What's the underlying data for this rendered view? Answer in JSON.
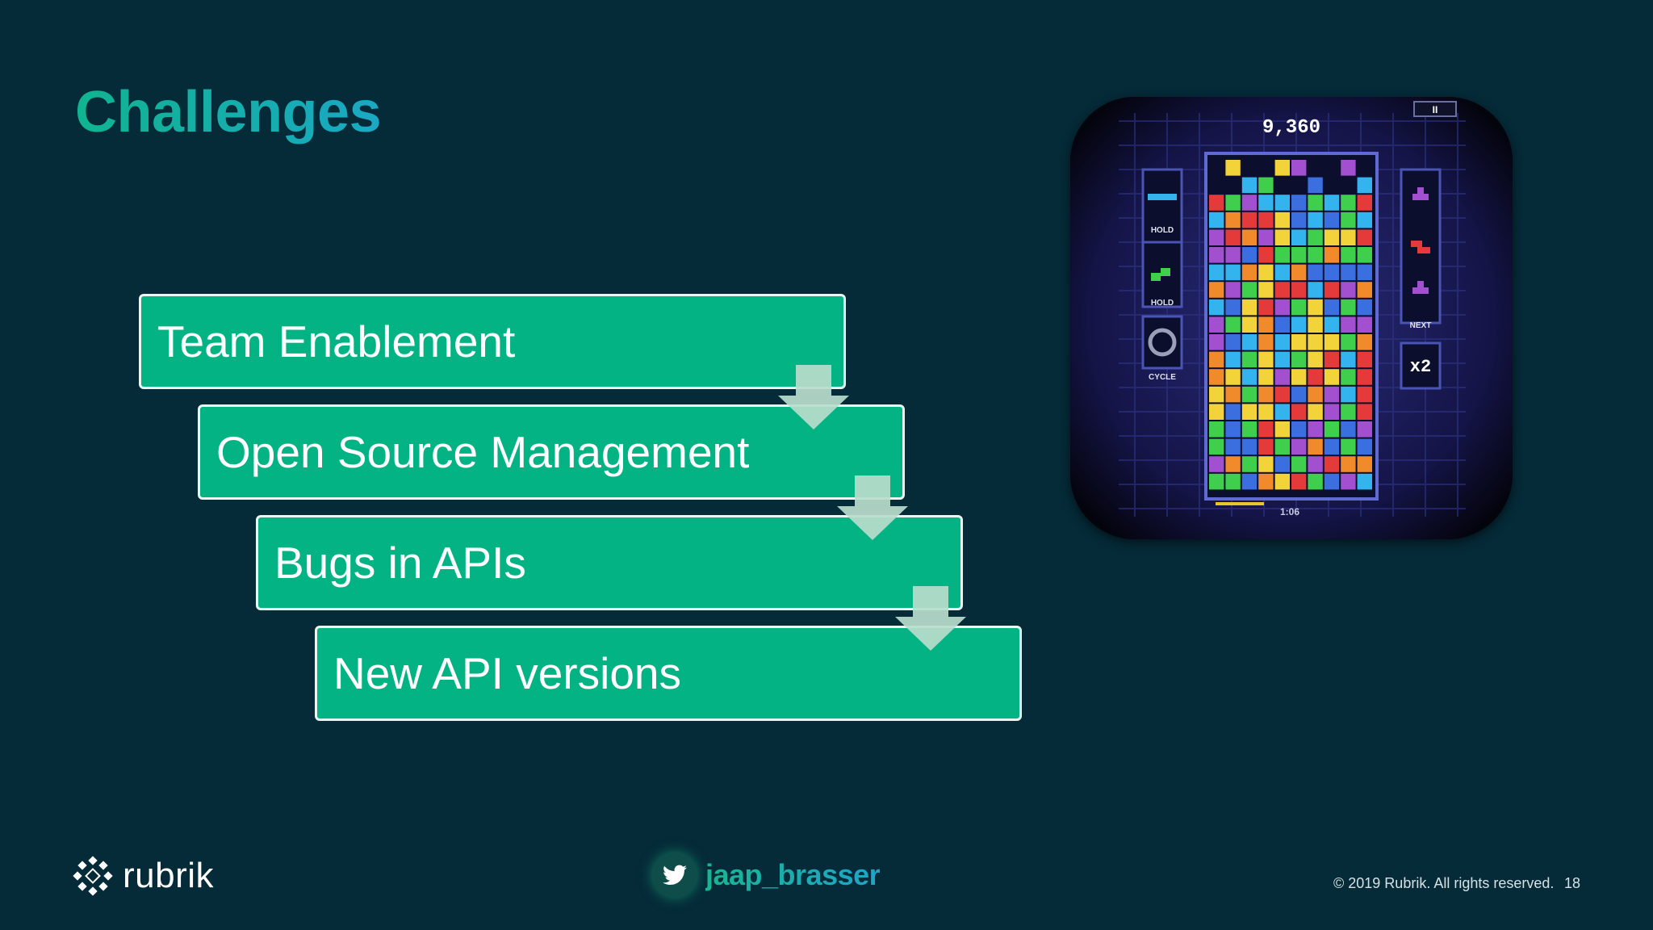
{
  "slide": {
    "title": "Challenges",
    "steps": [
      {
        "label": "Team Enablement"
      },
      {
        "label": "Open Source Management"
      },
      {
        "label": "Bugs in APIs"
      },
      {
        "label": "New API versions"
      }
    ]
  },
  "game_image": {
    "score": "9,360",
    "hold_label": "HOLD",
    "hold_label_2": "HOLD",
    "cycle_label": "CYCLE",
    "next_label": "NEXT",
    "multiplier": "x2",
    "timer": "1:06",
    "pause": "II"
  },
  "footer": {
    "brand": "rubrik",
    "handle": "jaap_brasser",
    "copyright": "© 2019 Rubrik. All rights reserved.",
    "page_number": "18"
  },
  "colors": {
    "background": "#052a38",
    "step_fill": "#04b384",
    "step_border": "#e9f6f1",
    "arrow": "#b9dccc",
    "title": "#10b48f"
  }
}
